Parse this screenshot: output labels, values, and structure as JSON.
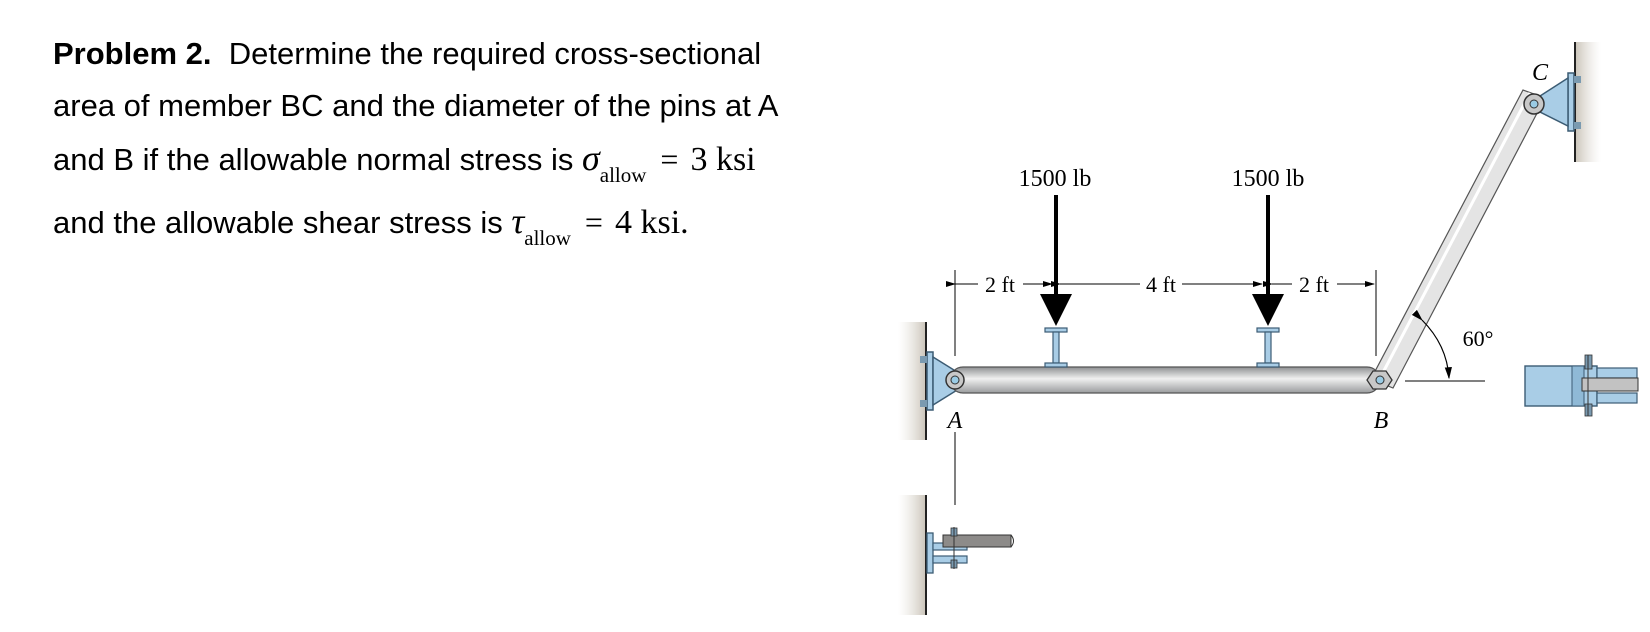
{
  "problem": {
    "label": "Problem 2.",
    "line1": "Determine the required cross-sectional",
    "line2": "area of member BC and the diameter of the pins at A",
    "line3_pre": "and B if the allowable normal stress is",
    "sigma_symbol": "σ",
    "sigma_sub": "allow",
    "eq1": "=",
    "sigma_value": "3 ksi",
    "line4_pre": "and the allowable shear stress is",
    "tau_symbol": "τ",
    "tau_sub": "allow",
    "eq2": "=",
    "tau_value": "4 ksi",
    "period": "."
  },
  "figure": {
    "load1": "1500 lb",
    "load2": "1500 lb",
    "dim1": "2 ft",
    "dim2": "4 ft",
    "dim3": "2 ft",
    "angle": "60°",
    "point_a": "A",
    "point_b": "B",
    "point_c": "C",
    "colors": {
      "beam_dark": "#8e9092",
      "beam_light": "#f0f0f0",
      "bracket": "#a9cde6",
      "bracket_stroke": "#3c5c74",
      "wall": "#cfcac0"
    }
  }
}
